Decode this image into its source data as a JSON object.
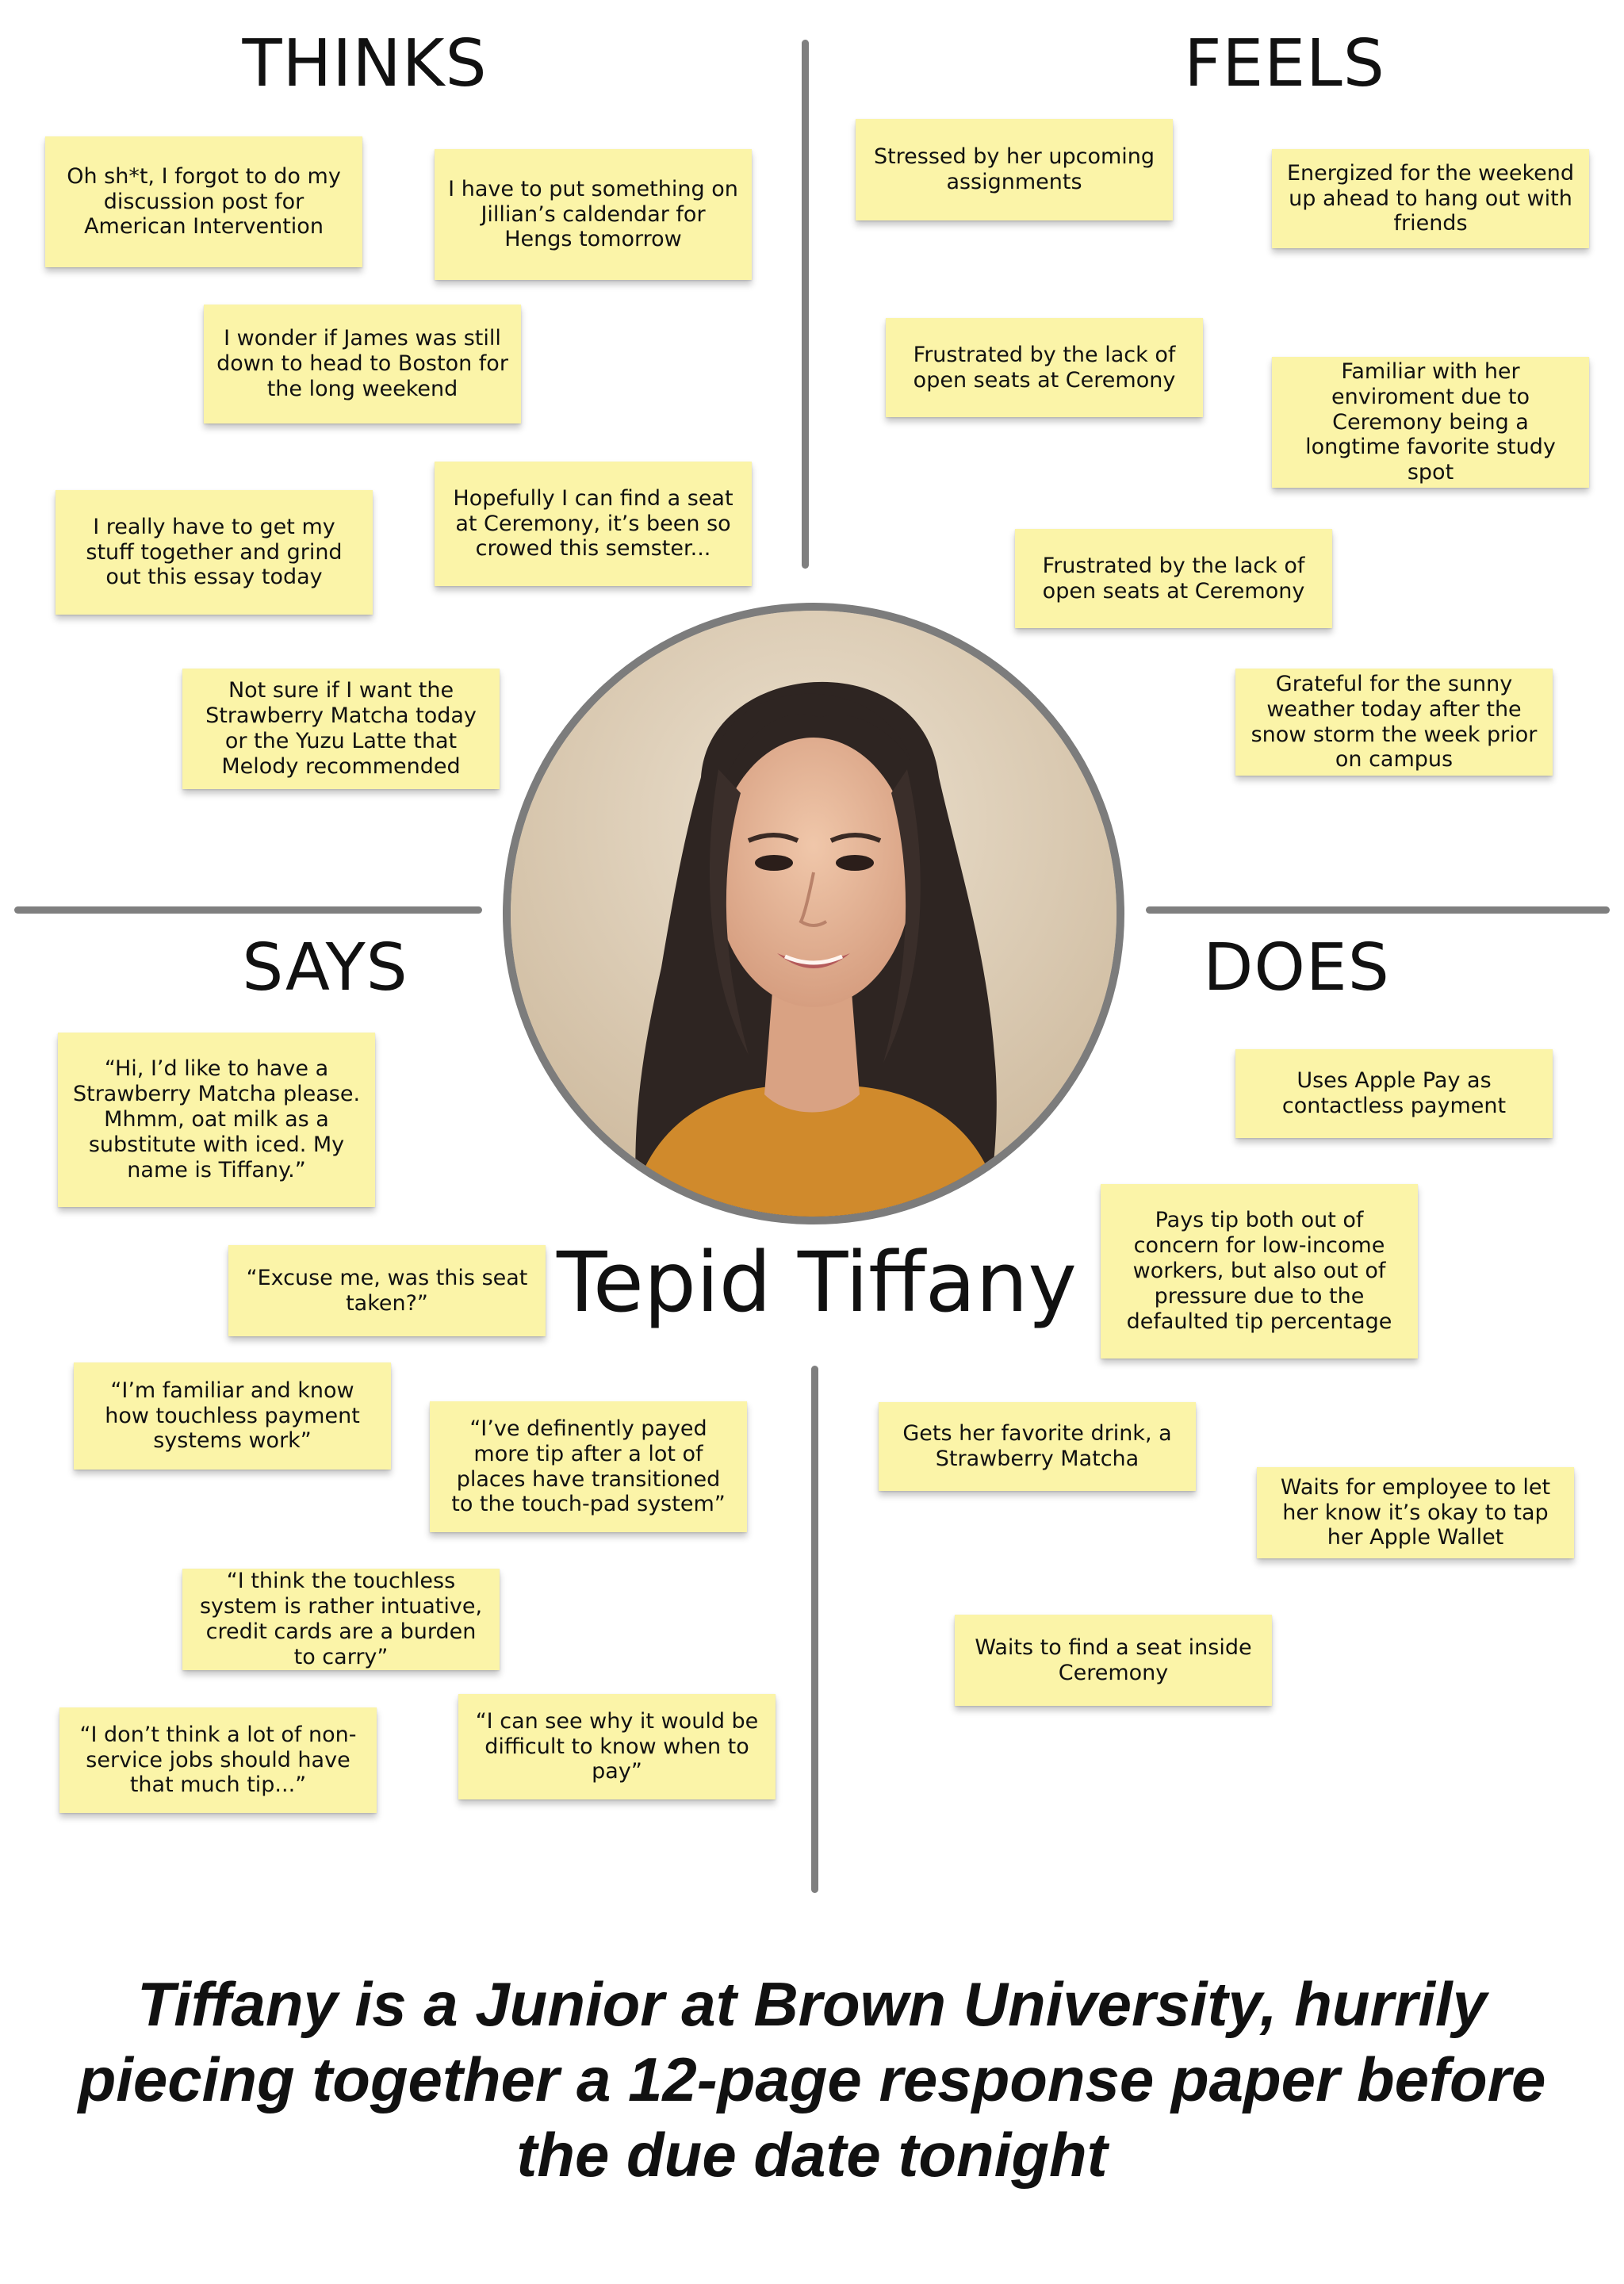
{
  "quadrants": {
    "thinks": {
      "title": "THINKS",
      "notes": [
        "Oh sh*t, I forgot to do my discussion post for American Intervention",
        "I have to put something on Jillian’s caldendar for Hengs tomorrow",
        "I wonder if James was still down to head to Boston for the long weekend",
        "Hopefully I can find a seat at Ceremony, it’s been so crowed this semster...",
        "I really have to get my stuff together and grind out this essay today",
        "Not sure if I want the Strawberry Matcha today or the Yuzu Latte that Melody recommended"
      ]
    },
    "feels": {
      "title": "FEELS",
      "notes": [
        "Stressed by her upcoming assignments",
        "Energized for the weekend up ahead to hang out with friends",
        "Frustrated by the lack of open seats at Ceremony",
        "Familiar with her enviroment due to Ceremony being a longtime favorite study spot",
        "Frustrated by the lack of open seats at Ceremony",
        "Grateful for the sunny weather today after the snow storm the week prior on campus"
      ]
    },
    "says": {
      "title": "SAYS",
      "notes": [
        "“Hi, I’d like to have a Strawberry Matcha please. Mhmm, oat milk as a substitute with iced. My name is Tiffany.”",
        "“Excuse me, was this seat taken?”",
        "“I’m familiar and know how touchless payment systems work”",
        "“I’ve definently payed more tip after a lot of places have transitioned to the touch-pad system”",
        "“I think the touchless system is rather intuative, credit cards are a burden to carry”",
        "“I don’t think a lot of non-service jobs should have that much tip...”",
        "“I can see why it would be difficult to know when to pay”"
      ]
    },
    "does": {
      "title": "DOES",
      "notes": [
        "Uses Apple Pay as contactless payment",
        "Pays tip both out of concern for low-income workers, but also out of pressure due to the defaulted tip percentage",
        "Gets her favorite drink, a Strawberry Matcha",
        "Waits for employee to let her know it’s okay to tap her Apple Wallet",
        "Waits to find a seat inside Ceremony"
      ]
    }
  },
  "persona": {
    "name": "Tepid Tiffany",
    "photo": "portrait-photo"
  },
  "summary": "Tiffany is a Junior at Brown University, hurrily piecing together a 12-page response paper before the due date tonight",
  "colors": {
    "sticky_note": "#fbf4a8",
    "divider": "#7f7f7f",
    "portrait_ring": "#7c7c7c",
    "text": "#111111"
  }
}
